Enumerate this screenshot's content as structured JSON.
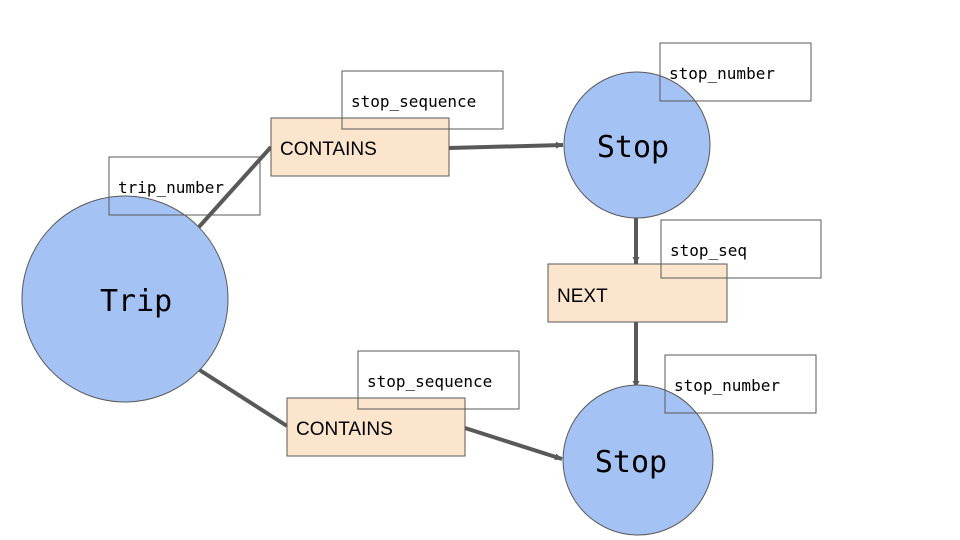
{
  "colors": {
    "node_fill": "#a4c2f4",
    "node_stroke": "#595959",
    "rel_fill": "#fce5cd",
    "rel_stroke": "#595959",
    "edge": "#595959",
    "prop_stroke": "#595959"
  },
  "nodes": {
    "trip": {
      "label": "Trip"
    },
    "stop_top": {
      "label": "Stop"
    },
    "stop_bottom": {
      "label": "Stop"
    }
  },
  "relationships": {
    "contains_top": {
      "label": "CONTAINS"
    },
    "contains_bottom": {
      "label": "CONTAINS"
    },
    "next": {
      "label": "NEXT"
    }
  },
  "properties": {
    "trip_number": "trip_number",
    "stop_sequence_top": "stop_sequence",
    "stop_sequence_bottom": "stop_sequence",
    "stop_number_top": "stop_number",
    "stop_seq": "stop_seq",
    "stop_number_bottom": "stop_number"
  }
}
